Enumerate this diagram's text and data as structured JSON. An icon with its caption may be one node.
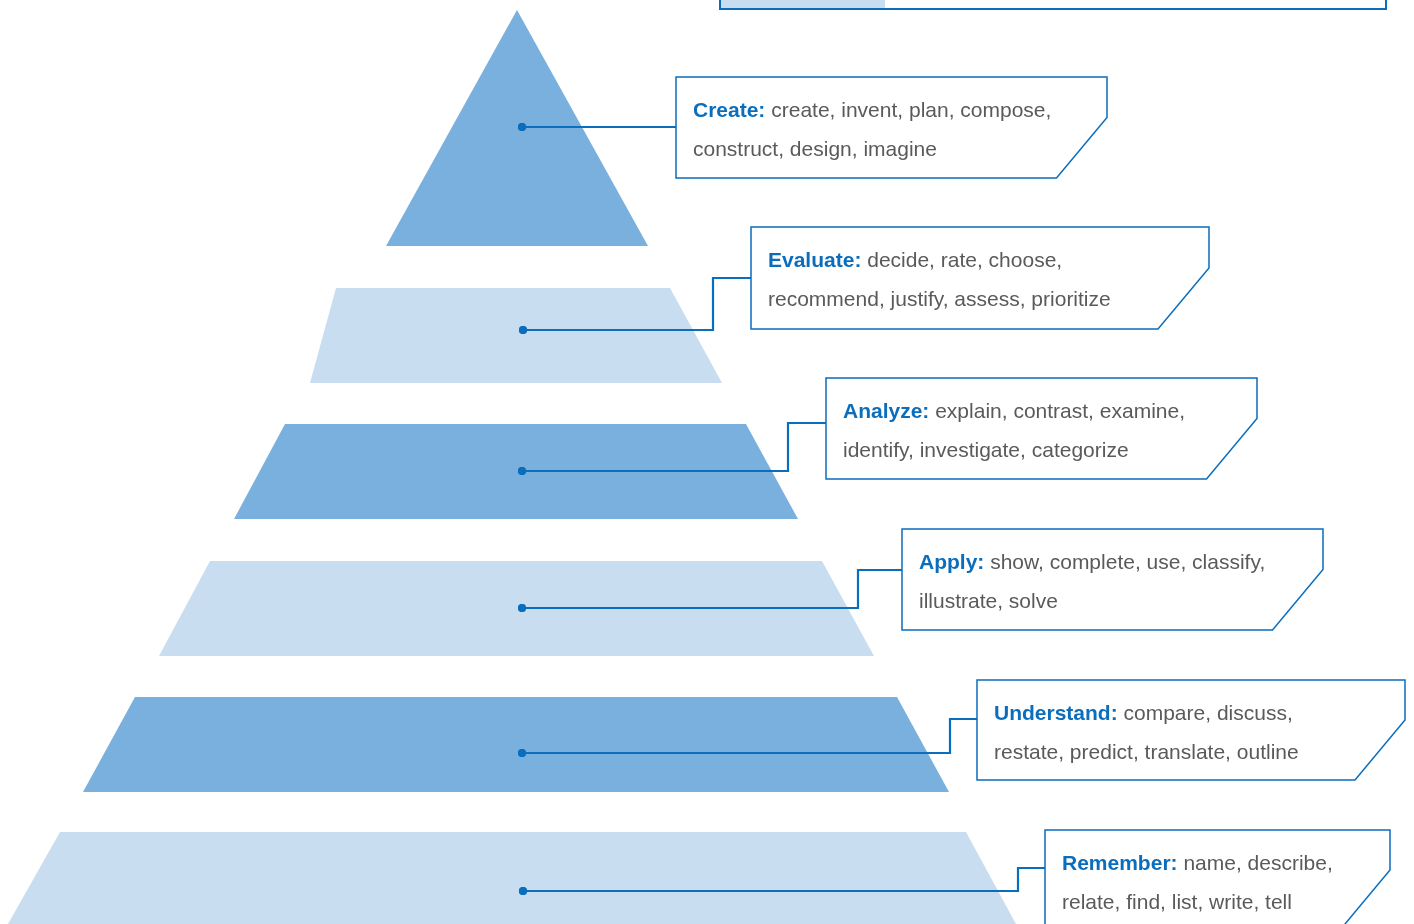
{
  "diagram": {
    "nodes": [
      {
        "text": [],
        "shape": "triangle"
      },
      {
        "text": [
          "**Create:** create, invent, plan, compose, construct, design, imagine"
        ]
      },
      {
        "text": [],
        "shape": "trapezoid"
      },
      {
        "text": [
          "**Evaluate:** decide, rate, choose, recommend, justify, assess, prioritize"
        ]
      },
      {
        "text": [],
        "shape": "trapezoid"
      },
      {
        "text": [
          "**Analyze:** explain, contrast, examine, identify, investigate, categorize"
        ]
      },
      {
        "text": [],
        "shape": "trapezoid"
      },
      {
        "text": [
          "**Apply:** show, complete, use, classify, illustrate, solve"
        ]
      },
      {
        "text": [],
        "shape": "trapezoid"
      },
      {
        "text": [
          "**Understand:** compare, discuss, restate, predict, translate, outline"
        ]
      },
      {
        "text": [],
        "shape": "trapezoid"
      },
      {
        "text": [
          "**Remember:** name, describe, relate, find, list, write, tell"
        ]
      }
    ],
    "edges": [
      {
        "from": 1,
        "to": 0,
        "arrow": "other"
      },
      {
        "from": 3,
        "to": 2,
        "arrow": "other"
      },
      {
        "from": 5,
        "to": 4,
        "arrow": "other"
      },
      {
        "from": 7,
        "to": 6,
        "arrow": "other"
      },
      {
        "from": 9,
        "to": 8,
        "arrow": "other"
      },
      {
        "from": 11,
        "to": 10,
        "arrow": "other"
      }
    ]
  }
}
